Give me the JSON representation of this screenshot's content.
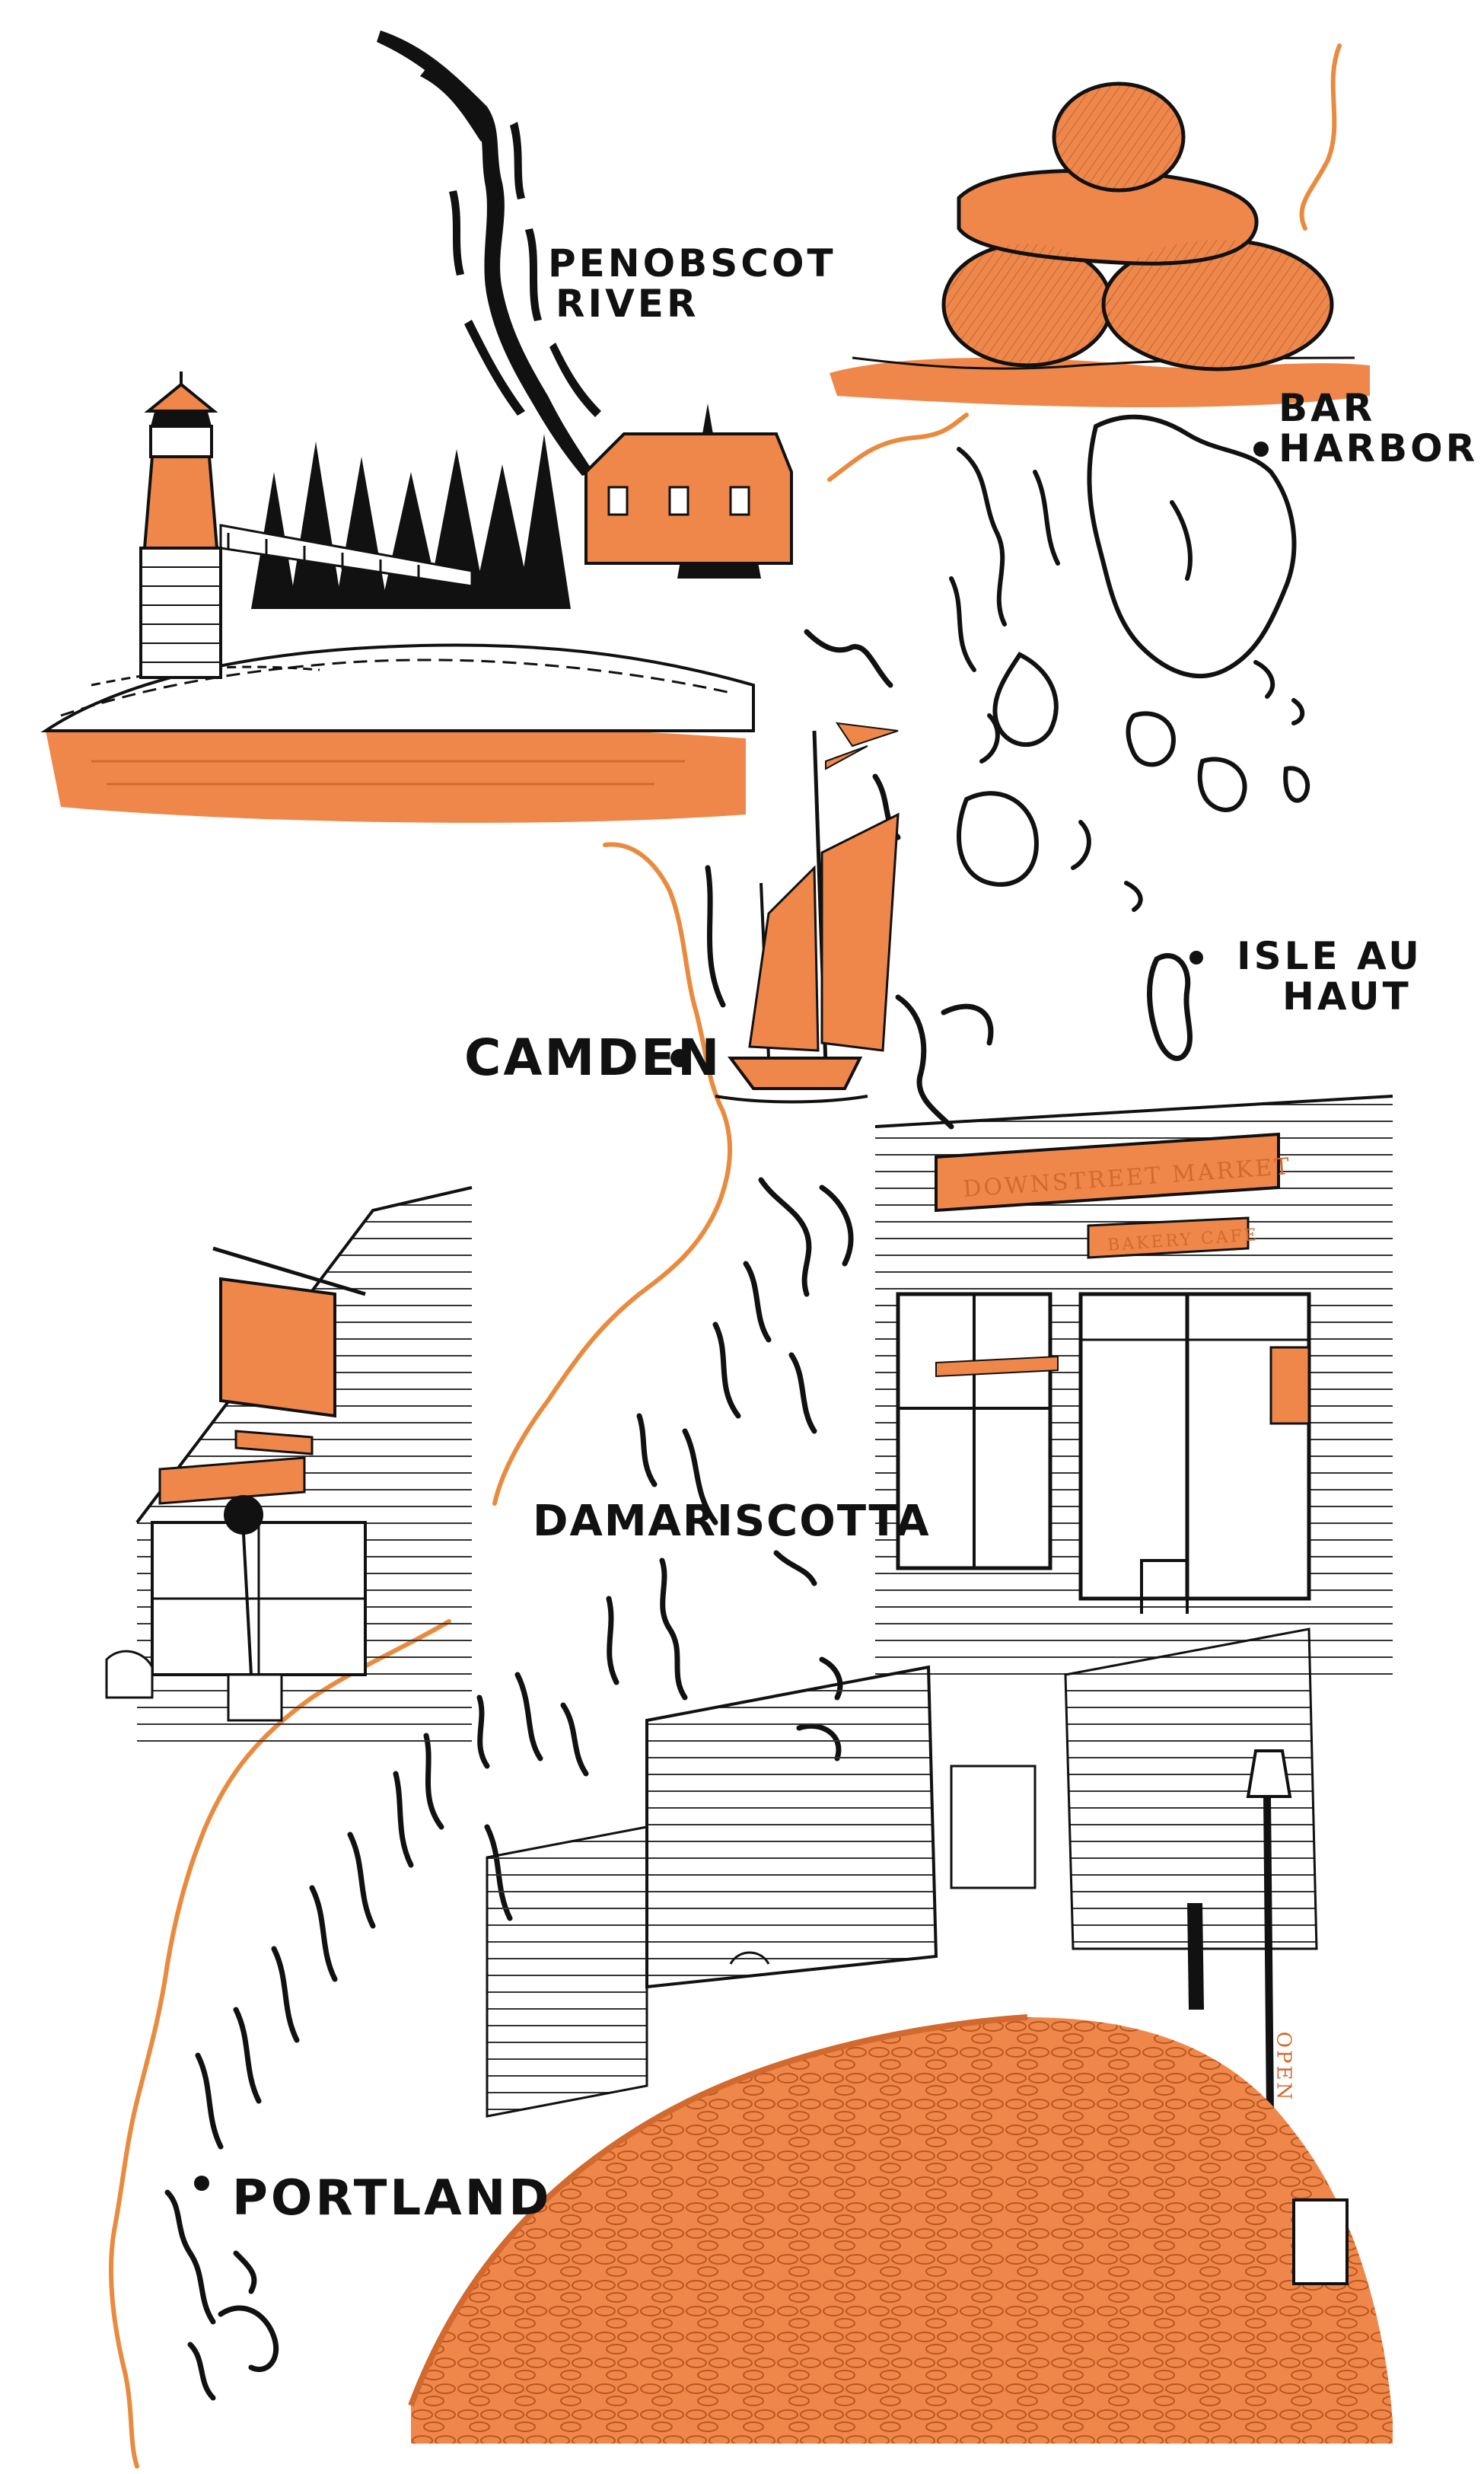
{
  "colors": {
    "ink": "#111111",
    "accent": "#f0874a",
    "accent_dark": "#d2692e",
    "coast": "#e98b3f",
    "paper": "#ffffff"
  },
  "places": {
    "penobscot": {
      "line1": "PENOBSCOT",
      "line2": "RIVER"
    },
    "bar_harbor": {
      "line1": "BAR",
      "line2": "HARBOR"
    },
    "isle_au_haut": {
      "line1": "ISLE AU",
      "line2": "HAUT"
    },
    "camden": {
      "label": "CAMDEN"
    },
    "damariscotta": {
      "label": "DAMARISCOTTA"
    },
    "portland": {
      "label": "PORTLAND"
    }
  },
  "signs": {
    "downstreet": "DOWNSTREET MARKET",
    "bakery": "BAKERY CAFE",
    "open": "OPEN"
  },
  "illustrations": [
    "lighthouse-icon",
    "rock-cairn-icon",
    "schooner-icon",
    "storefront-icon",
    "deli-storefront-icon",
    "cobblestone-street-icon"
  ]
}
